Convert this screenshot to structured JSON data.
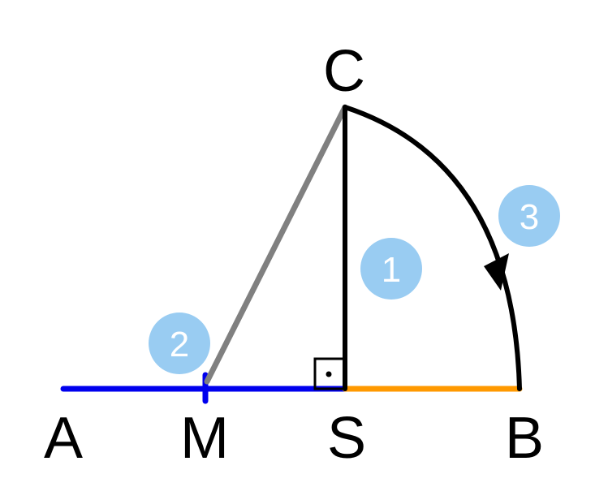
{
  "points": {
    "A": "A",
    "M": "M",
    "S": "S",
    "B": "B",
    "C": "C"
  },
  "badges": {
    "one": "1",
    "two": "2",
    "three": "3"
  },
  "colors": {
    "segment_as": "#0000ee",
    "segment_sb": "#ff9900",
    "segment_mc": "#808080",
    "segment_sc": "#000000",
    "arc": "#000000",
    "badge_fill": "#99ccf2",
    "badge_text": "#ffffff"
  }
}
